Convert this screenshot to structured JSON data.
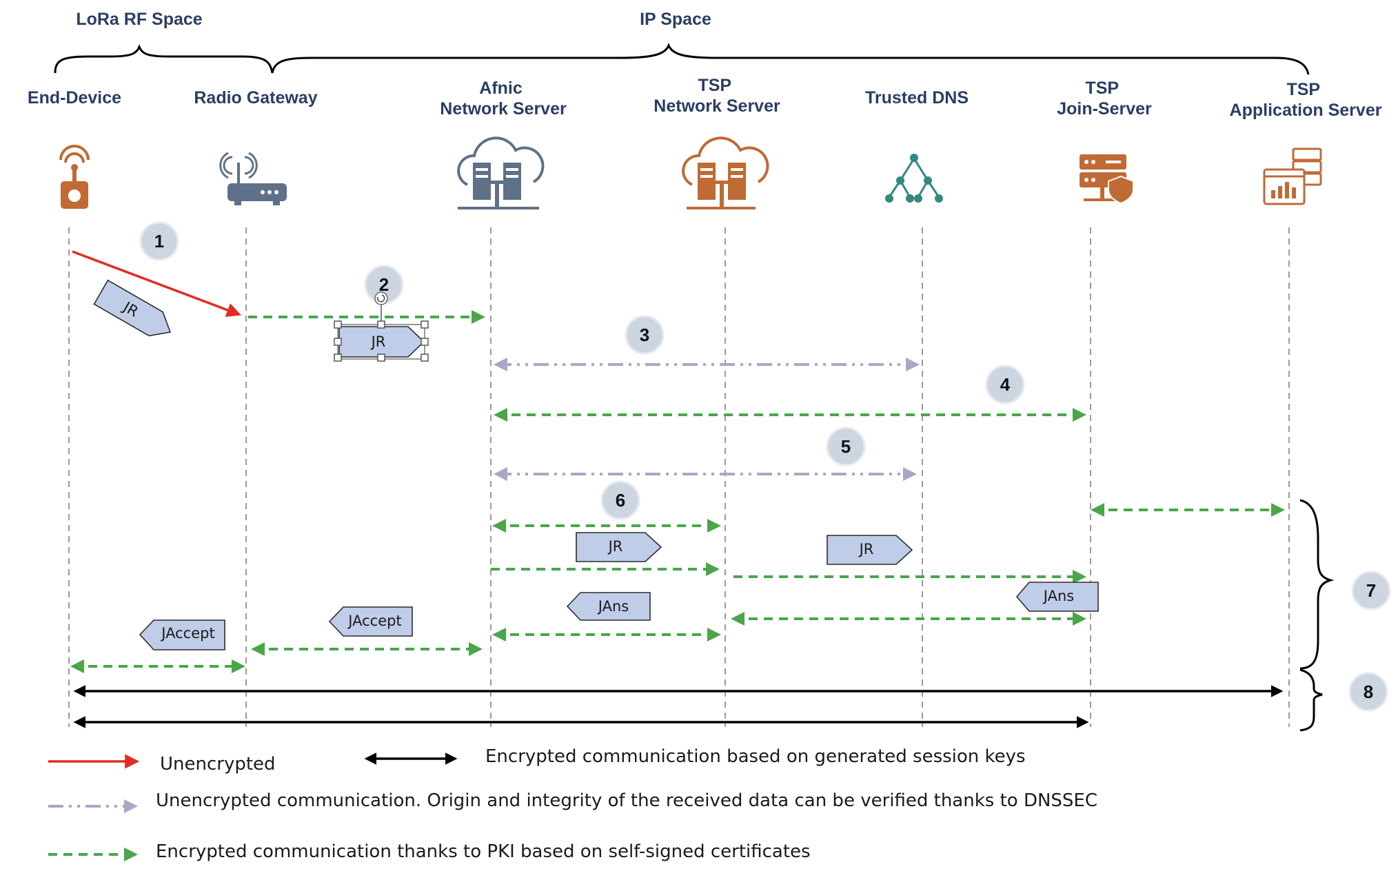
{
  "spaces": {
    "rf": "LoRa RF Space",
    "ip": "IP Space"
  },
  "entities": {
    "end_device": [
      "End-Device"
    ],
    "radio_gateway": [
      "Radio Gateway"
    ],
    "afnic_ns": [
      "Afnic",
      "Network Server"
    ],
    "tsp_ns": [
      "TSP",
      "Network Server"
    ],
    "trusted_dns": [
      "Trusted DNS"
    ],
    "tsp_js": [
      "TSP",
      "Join-Server"
    ],
    "tsp_as": [
      "TSP",
      "Application Server"
    ]
  },
  "steps": [
    "1",
    "2",
    "3",
    "4",
    "5",
    "6",
    "7",
    "8"
  ],
  "messages": {
    "jr": "JR",
    "jans": "JAns",
    "jaccept": "JAccept"
  },
  "legend": {
    "unencrypted": "Unencrypted",
    "session_keys": "Encrypted communication based on generated session keys",
    "dnssec": "Unencrypted communication. Origin and integrity of the received data can be verified thanks to DNSSEC",
    "pki": "Encrypted communication thanks to PKI based on self-signed certificates"
  },
  "colors": {
    "header_text": "#2b3e63",
    "unencrypted_arrow": "#e22b24",
    "pki_arrow": "#4aa648",
    "dnssec_arrow": "#a8a7c7",
    "session_arrow": "#000000",
    "message_tag": "#bfcde9",
    "step_circle": "#cdd5e1",
    "icon_teal": "#2f8a80",
    "icon_brown": "#c06a34",
    "icon_gray": "#5f7188"
  }
}
